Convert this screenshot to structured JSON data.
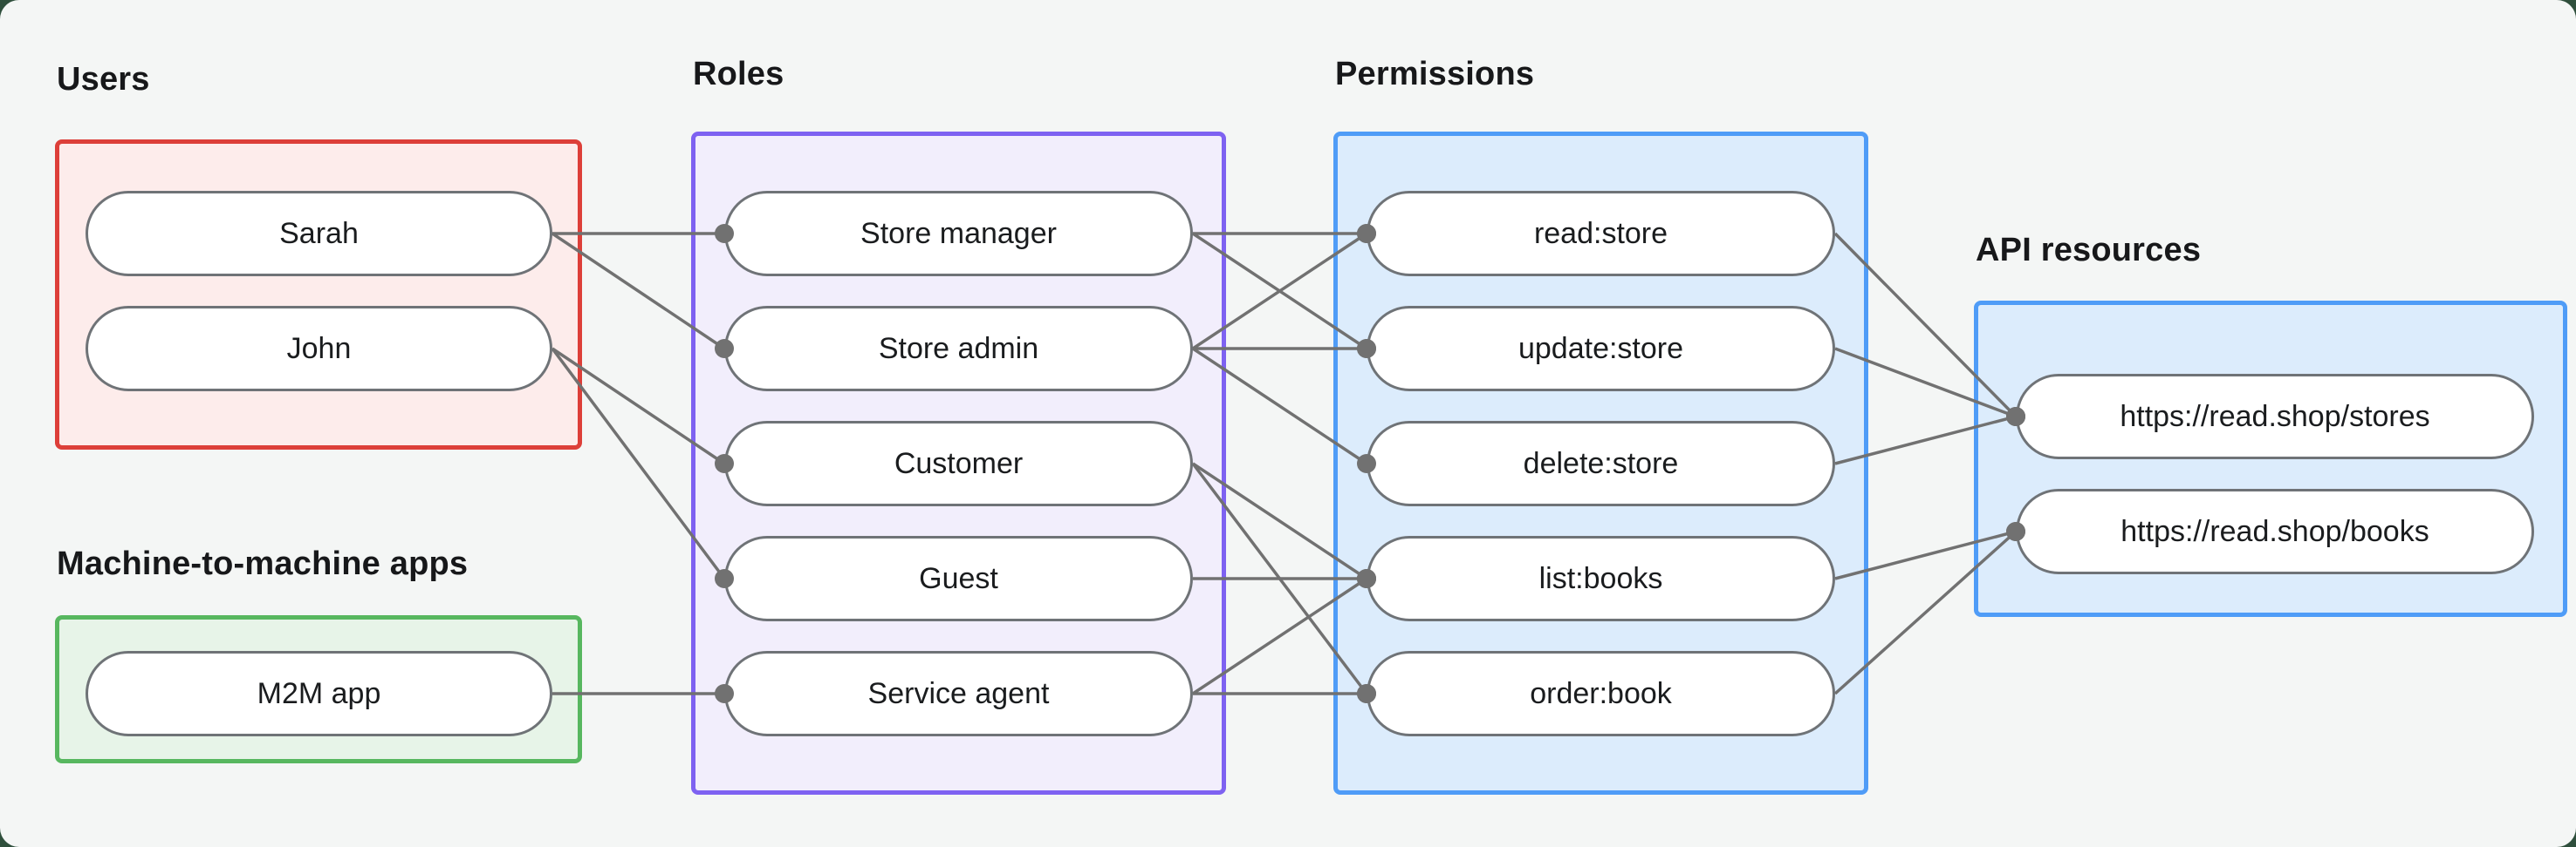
{
  "page": {
    "backdrop_color": "#2f4f3c",
    "panel_color": "#f4f6f5"
  },
  "diagram": {
    "edge_color": "#717171",
    "node_border_color": "#6f7377",
    "node_fill": "#ffffff",
    "text_color": "#1a1c1e",
    "groups": [
      {
        "id": "users",
        "title": "Users",
        "border_color": "#dd3f39",
        "fill_color": "#fdeceb",
        "nodes": [
          {
            "id": "sarah",
            "label": "Sarah"
          },
          {
            "id": "john",
            "label": "John"
          }
        ]
      },
      {
        "id": "m2m-apps",
        "title": "Machine-to-machine apps",
        "border_color": "#57b75f",
        "fill_color": "#e7f4e8",
        "nodes": [
          {
            "id": "m2m",
            "label": "M2M app"
          }
        ]
      },
      {
        "id": "roles",
        "title": "Roles",
        "border_color": "#7e62f1",
        "fill_color": "#f2eefc",
        "nodes": [
          {
            "id": "store-manager",
            "label": "Store manager"
          },
          {
            "id": "store-admin",
            "label": "Store admin"
          },
          {
            "id": "customer",
            "label": "Customer"
          },
          {
            "id": "guest",
            "label": "Guest"
          },
          {
            "id": "service-agent",
            "label": "Service agent"
          }
        ]
      },
      {
        "id": "permissions",
        "title": "Permissions",
        "border_color": "#4f9cf7",
        "fill_color": "#dcecfc",
        "nodes": [
          {
            "id": "read-store",
            "label": "read:store"
          },
          {
            "id": "update-store",
            "label": "update:store"
          },
          {
            "id": "delete-store",
            "label": "delete:store"
          },
          {
            "id": "list-books",
            "label": "list:books"
          },
          {
            "id": "order-book",
            "label": "order:book"
          }
        ]
      },
      {
        "id": "api-resources",
        "title": "API resources",
        "border_color": "#4f9cf7",
        "fill_color": "#dcecfc",
        "nodes": [
          {
            "id": "res-stores",
            "label": "https://read.shop/stores"
          },
          {
            "id": "res-books",
            "label": "https://read.shop/books"
          }
        ]
      }
    ],
    "edges": [
      {
        "from": "sarah",
        "to": "store-manager"
      },
      {
        "from": "sarah",
        "to": "store-admin"
      },
      {
        "from": "john",
        "to": "customer"
      },
      {
        "from": "john",
        "to": "guest"
      },
      {
        "from": "m2m",
        "to": "service-agent"
      },
      {
        "from": "store-manager",
        "to": "read-store"
      },
      {
        "from": "store-manager",
        "to": "update-store"
      },
      {
        "from": "store-admin",
        "to": "read-store"
      },
      {
        "from": "store-admin",
        "to": "update-store"
      },
      {
        "from": "store-admin",
        "to": "delete-store"
      },
      {
        "from": "customer",
        "to": "list-books"
      },
      {
        "from": "customer",
        "to": "order-book"
      },
      {
        "from": "guest",
        "to": "list-books"
      },
      {
        "from": "service-agent",
        "to": "list-books"
      },
      {
        "from": "service-agent",
        "to": "order-book"
      },
      {
        "from": "read-store",
        "to": "res-stores"
      },
      {
        "from": "update-store",
        "to": "res-stores"
      },
      {
        "from": "delete-store",
        "to": "res-stores"
      },
      {
        "from": "list-books",
        "to": "res-books"
      },
      {
        "from": "order-book",
        "to": "res-books"
      }
    ]
  }
}
